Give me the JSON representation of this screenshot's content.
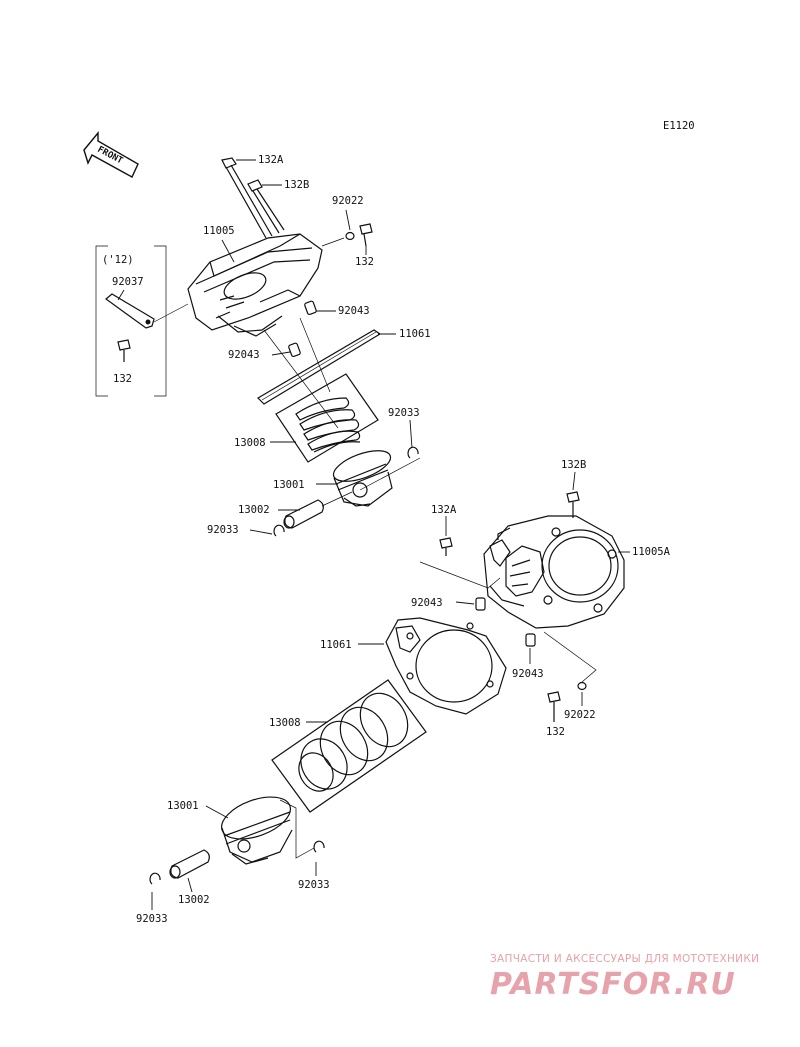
{
  "diagram_code": "E1120",
  "front_arrow": "FRONT",
  "year_note": "('12)",
  "watermark": {
    "tagline": "ЗАПЧАСТИ И АКСЕССУАРЫ ДЛЯ МОТОТЕХНИКИ",
    "brand": "PARTSFOR.RU"
  },
  "labels": {
    "b132A_top": "132A",
    "b132B_top": "132B",
    "w92022_top": "92022",
    "b132_topright": "132",
    "p11005": "11005",
    "p92037": "92037",
    "b132_box": "132",
    "d92043_a": "92043",
    "d92043_b": "92043",
    "g11061_top": "11061",
    "c92033_top_r": "92033",
    "r13008_top": "13008",
    "p13001_top": "13001",
    "pin13002_top": "13002",
    "c92033_top_l": "92033",
    "b132B_right": "132B",
    "b132A_mid": "132A",
    "p11005A": "11005A",
    "d92043_c": "92043",
    "g11061_bot": "11061",
    "d92043_d": "92043",
    "w92022_bot": "92022",
    "b132_bot": "132",
    "r13008_bot": "13008",
    "p13001_bot": "13001",
    "c92033_bot_r": "92033",
    "pin13002_bot": "13002",
    "c92033_bot_l": "92033"
  }
}
